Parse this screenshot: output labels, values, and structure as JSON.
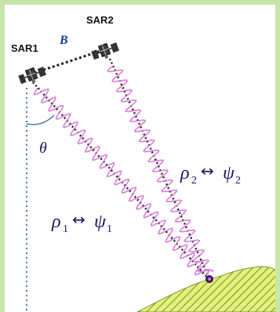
{
  "labels": {
    "sar1": "SAR1",
    "sar2": "SAR2",
    "baseline": "B",
    "theta": "θ",
    "rho": "ρ",
    "psi": "ψ",
    "sub1": "1",
    "sub2": "2",
    "arrow": "↔"
  },
  "colors": {
    "frame": "#c8e6a8",
    "wave": "#d977d9",
    "ray": "#222222",
    "nadir": "#4a7ab8",
    "terrain_fill": "#e8ef7a",
    "terrain_hatch": "#6f9a3a",
    "text": "#1a1a5e",
    "baseline_text": "#1a3da8"
  },
  "icons": {
    "satellite1": "satellite-icon",
    "satellite2": "satellite-icon",
    "target": "ground-target-icon"
  }
}
